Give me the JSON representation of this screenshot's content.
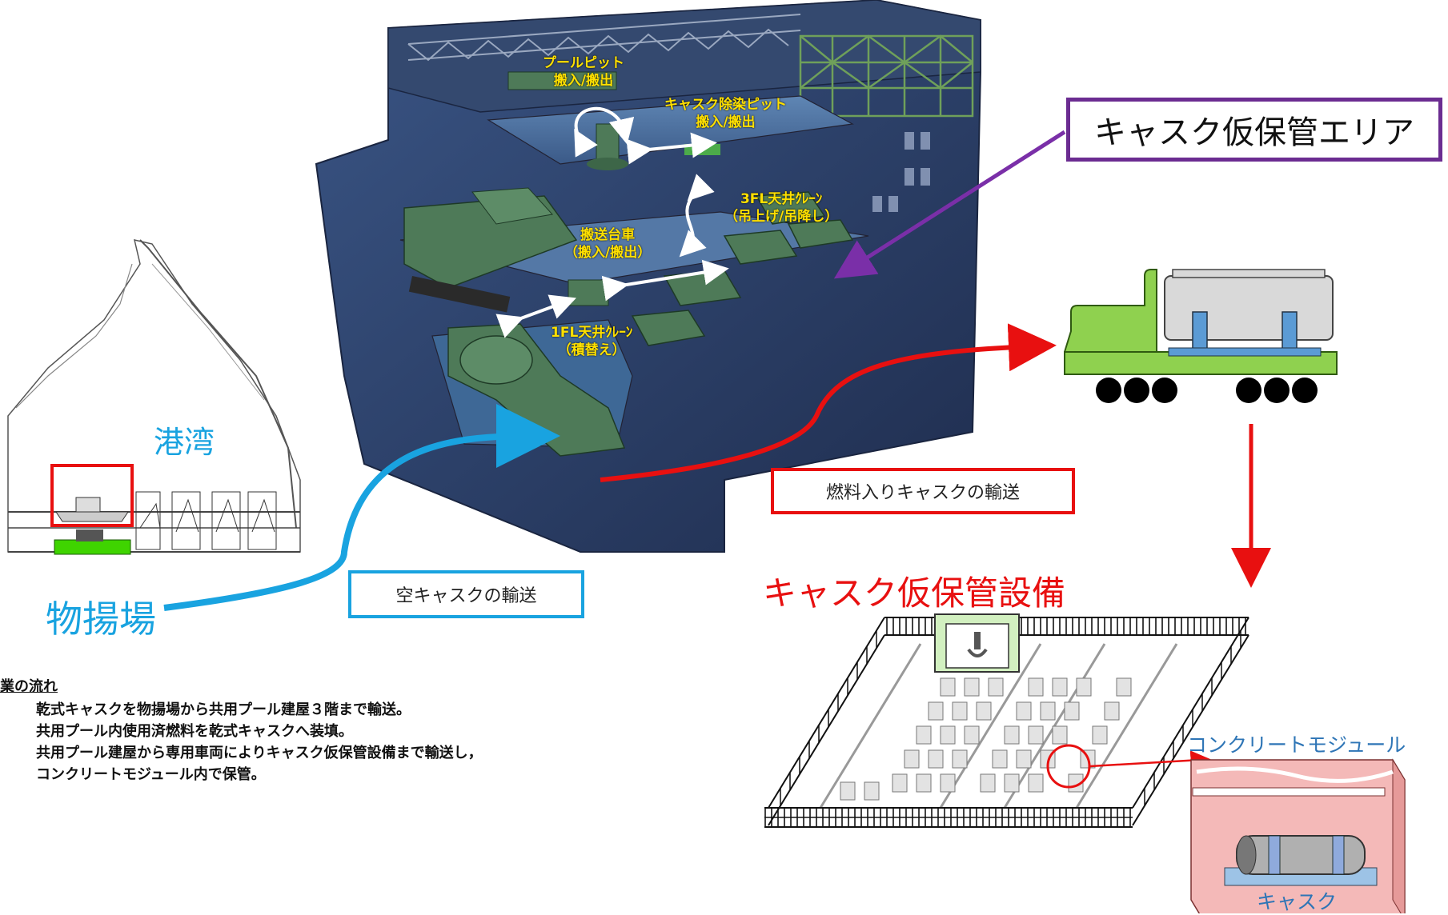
{
  "building": {
    "labels": {
      "pool_pit_line1": "プールピット",
      "pool_pit_line2": "搬入/搬出",
      "decon_pit_line1": "キャスク除染ピット",
      "decon_pit_line2": "搬入/搬出",
      "crane3_line1": "3FL天井ｸﾚｰﾝ",
      "crane3_line2": "（吊上げ/吊降し）",
      "cart_line1": "搬送台車",
      "cart_line2": "（搬入/搬出）",
      "crane1_line1": "1FL天井ｸﾚｰﾝ",
      "crane1_line2": "（積替え）"
    }
  },
  "port_map": {
    "harbor_label": "港湾",
    "unloading_label": "物揚場"
  },
  "callouts": {
    "temp_storage_area": "キャスク仮保管エリア",
    "loaded_transport": "燃料入りキャスクの輸送",
    "empty_transport": "空キャスクの輸送",
    "facility_title": "キャスク仮保管設備",
    "concrete_module": "コンクリートモジュール",
    "cask": "キャスク"
  },
  "workflow": {
    "heading": "業の流れ",
    "lines": [
      "乾式キャスクを物揚場から共用プール建屋３階まで輸送。",
      "共用プール内使用済燃料を乾式キャスクへ装填。",
      "共用プール建屋から専用車両によりキャスク仮保管設備まで輸送し，",
      "コンクリートモジュール内で保管。"
    ]
  },
  "colors": {
    "building_dark": "#2e3f66",
    "building_mid": "#4a6a9a",
    "equipment_green": "#4e7a58",
    "label_yellow": "#ffe000",
    "arrow_red": "#e81010",
    "arrow_blue": "#19a3e0",
    "arrow_purple": "#7a2fa8",
    "callout_purple": "#6b2c91",
    "truck_green": "#8fd14f",
    "module_pink": "#f4b9b8"
  }
}
